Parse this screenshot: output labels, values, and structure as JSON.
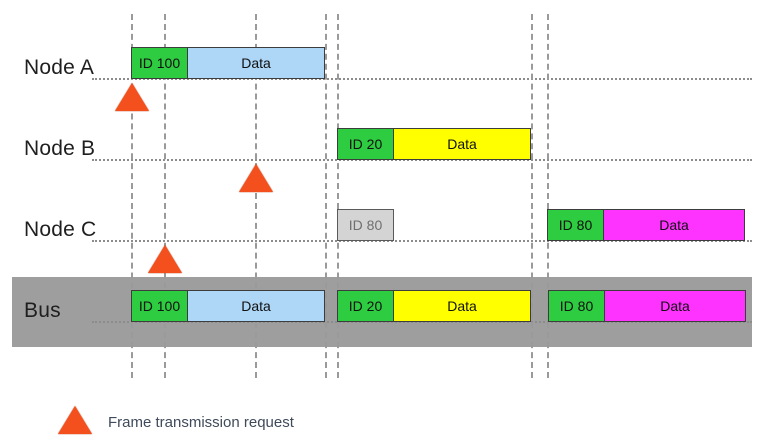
{
  "meta": {
    "title": "CAN bus arbitration timing diagram",
    "background": "#ffffff"
  },
  "colors": {
    "id_green": "#2ecc40",
    "data_blue": "#aed6f7",
    "data_yellow": "#ffff00",
    "data_magenta": "#ff33ff",
    "aborted_gray": "#d4d4d4",
    "bus_band_gray": "#9e9e9e",
    "triangle_orange": "#f4501e",
    "grid_gray": "#9a9a9a",
    "label_text": "#1f1f1f",
    "legend_text": "#3f4a5a"
  },
  "rows": [
    {
      "key": "node_a",
      "label": "Node A"
    },
    {
      "key": "node_b",
      "label": "Node B"
    },
    {
      "key": "node_c",
      "label": "Node C"
    },
    {
      "key": "bus",
      "label": "Bus"
    }
  ],
  "frames": {
    "node_a": {
      "id_label": "ID 100",
      "data_label": "Data"
    },
    "node_b": {
      "id_label": "ID 20",
      "data_label": "Data"
    },
    "node_c_aborted": {
      "id_label": "ID 80"
    },
    "node_c": {
      "id_label": "ID 80",
      "data_label": "Data"
    },
    "bus_1": {
      "id_label": "ID 100",
      "data_label": "Data"
    },
    "bus_2": {
      "id_label": "ID 20",
      "data_label": "Data"
    },
    "bus_3": {
      "id_label": "ID 80",
      "data_label": "Data"
    }
  },
  "legend": {
    "marker_icon": "triangle-up-icon",
    "text": "Frame transmission request"
  },
  "requests": [
    {
      "node": "Node A",
      "id": "ID 100"
    },
    {
      "node": "Node C",
      "id": "ID 80"
    },
    {
      "node": "Node B",
      "id": "ID 20"
    }
  ]
}
